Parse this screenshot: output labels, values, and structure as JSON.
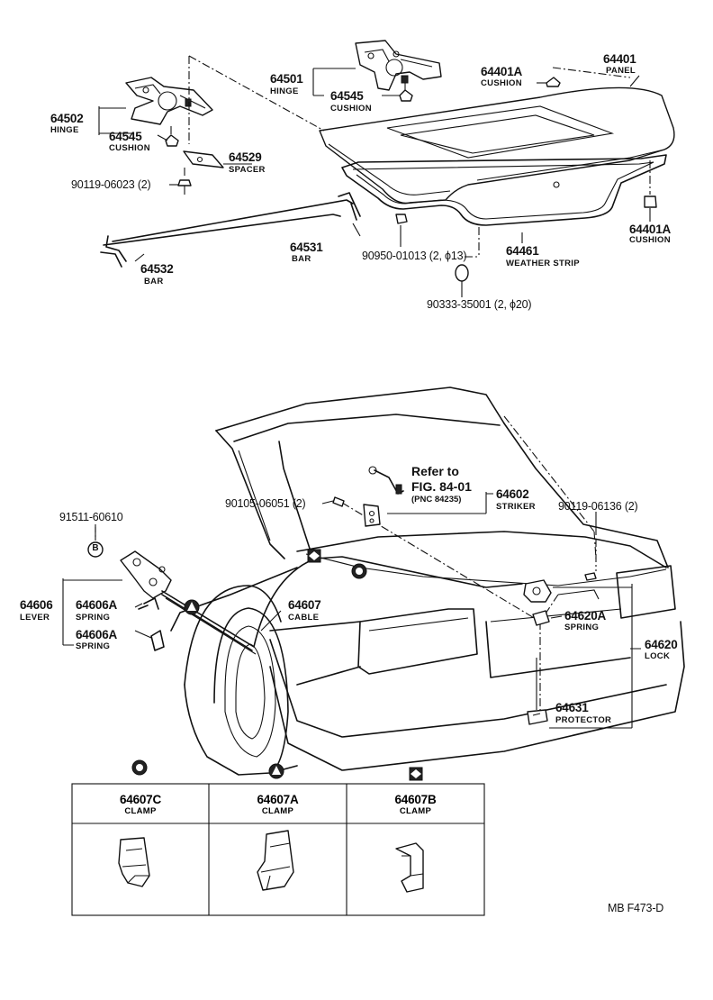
{
  "labels": {
    "p64401": {
      "num": "64401",
      "name": "PANEL"
    },
    "p64401A_top": {
      "num": "64401A",
      "name": "CUSHION"
    },
    "p64401A_right": {
      "num": "64401A",
      "name": "CUSHION"
    },
    "p64501": {
      "num": "64501",
      "name": "HINGE"
    },
    "p64545_a": {
      "num": "64545",
      "name": "CUSHION"
    },
    "p64502": {
      "num": "64502",
      "name": "HINGE"
    },
    "p64545_b": {
      "num": "64545",
      "name": "CUSHION"
    },
    "p64529": {
      "num": "64529",
      "name": "SPACER"
    },
    "p90119_06023": {
      "num": "90119-06023 (2)"
    },
    "p64531": {
      "num": "64531",
      "name": "BAR"
    },
    "p64532": {
      "num": "64532",
      "name": "BAR"
    },
    "p90950": {
      "num": "90950-01013 (2, ϕ13)"
    },
    "p64461": {
      "num": "64461",
      "name": "WEATHER STRIP"
    },
    "p90333": {
      "num": "90333-35001 (2, ϕ20)"
    },
    "refer": {
      "line1": "Refer to",
      "line2": "FIG. 84-01",
      "line3": "(PNC 84235)"
    },
    "p64602": {
      "num": "64602",
      "name": "STRIKER"
    },
    "p90105": {
      "num": "90105-06051 (2)"
    },
    "p90119_06136": {
      "num": "90119-06136 (2)"
    },
    "p91511": {
      "num": "91511-60610"
    },
    "p64606": {
      "num": "64606",
      "name": "LEVER"
    },
    "p64606A_a": {
      "num": "64606A",
      "name": "SPRING"
    },
    "p64606A_b": {
      "num": "64606A",
      "name": "SPRING"
    },
    "p64607": {
      "num": "64607",
      "name": "CABLE"
    },
    "p64620A": {
      "num": "64620A",
      "name": "SPRING"
    },
    "p64620": {
      "num": "64620",
      "name": "LOCK"
    },
    "p64631": {
      "num": "64631",
      "name": "PROTECTOR"
    }
  },
  "markers": {
    "bolt_b": "B"
  },
  "clamps": [
    {
      "num": "64607C",
      "name": "CLAMP",
      "symbol": "circle"
    },
    {
      "num": "64607A",
      "name": "CLAMP",
      "symbol": "triangle"
    },
    {
      "num": "64607B",
      "name": "CLAMP",
      "symbol": "diamond"
    }
  ],
  "footer": {
    "code": "MB  F473-D"
  },
  "colors": {
    "ink": "#111111",
    "paper": "#ffffff"
  }
}
